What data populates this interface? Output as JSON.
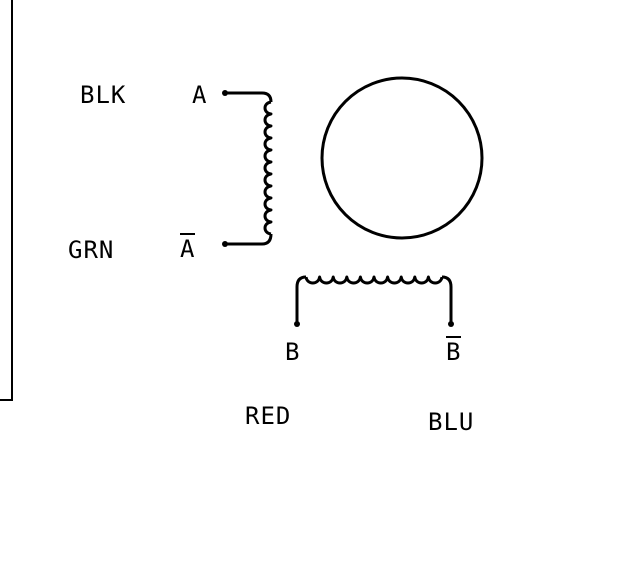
{
  "diagram": {
    "colors": {
      "line": "#000000",
      "background": "#ffffff"
    },
    "wires": {
      "a_color": "BLK",
      "a_bar_color": "GRN",
      "b_color": "RED",
      "b_bar_color": "BLU"
    },
    "terminals": {
      "a": "A",
      "a_bar": "A",
      "b": "B",
      "b_bar": "B"
    },
    "shapes": {
      "rotor": "circle",
      "phase_a_coil": "vertical-winding",
      "phase_b_coil": "horizontal-winding"
    }
  }
}
